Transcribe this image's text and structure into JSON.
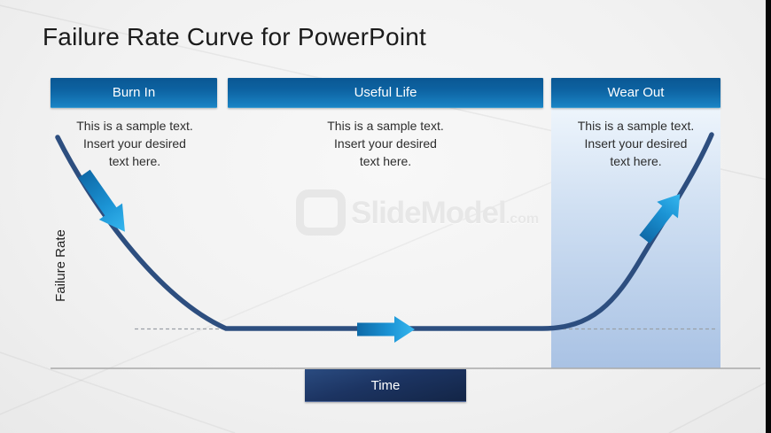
{
  "slide": {
    "title": "Failure Rate Curve for PowerPoint",
    "y_axis_label": "Failure Rate",
    "x_axis_label": "Time",
    "sections": [
      {
        "label": "Burn In",
        "lines": [
          "This is a sample text.",
          "Insert your desired",
          "text here."
        ]
      },
      {
        "label": "Useful Life",
        "lines": [
          "This is a sample text.",
          "Insert your desired",
          "text here."
        ]
      },
      {
        "label": "Wear Out",
        "lines": [
          "This is a sample text.",
          "Insert your desired",
          "text here."
        ]
      }
    ],
    "watermark": {
      "brand": "SlideModel",
      "suffix": ".com"
    },
    "colors": {
      "phase_bar_blue": "#1172b4",
      "curve_navy": "#2d4e7f",
      "arrow_blue_light": "#36b7ef",
      "arrow_blue_dark": "#0e6aa8",
      "wear_panel_blue": "#a9c2e4",
      "time_box_navy": "#1c3462",
      "baseline_gray": "#a9a9a9"
    }
  },
  "chart_data": {
    "type": "line",
    "title": "Bathtub failure-rate curve",
    "xlabel": "Time",
    "ylabel": "Failure Rate",
    "phases": [
      "Burn In",
      "Useful Life",
      "Wear Out"
    ],
    "description": "Failure rate starts high and decreases during Burn In, stays constant and low during Useful Life, then increases during Wear Out.",
    "grid": false,
    "legend": "none"
  }
}
